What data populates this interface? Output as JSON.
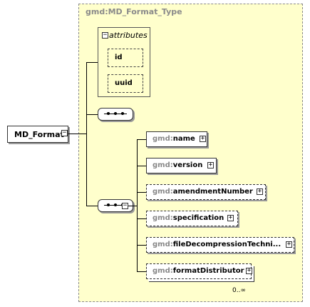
{
  "type_box": {
    "title": "gmd:MD_Format_Type"
  },
  "attributes": {
    "title": "attributes",
    "toggle": "−",
    "items": [
      {
        "label": "id"
      },
      {
        "label": "uuid"
      }
    ]
  },
  "root": {
    "label": "MD_Format",
    "toggle": "−"
  },
  "sequence": {
    "toggle": "−"
  },
  "elements": [
    {
      "ns": "gmd:",
      "name": "name",
      "optional": false,
      "toggle": "+"
    },
    {
      "ns": "gmd:",
      "name": "version",
      "optional": false,
      "toggle": "+"
    },
    {
      "ns": "gmd:",
      "name": "amendmentNumber",
      "optional": true,
      "toggle": "+"
    },
    {
      "ns": "gmd:",
      "name": "specification",
      "optional": true,
      "toggle": "+"
    },
    {
      "ns": "gmd:",
      "name": "fileDecompressionTechni...",
      "optional": true,
      "toggle": "+"
    },
    {
      "ns": "gmd:",
      "name": "formatDistributor",
      "optional": true,
      "toggle": "+",
      "cardinality": "0..∞"
    }
  ]
}
